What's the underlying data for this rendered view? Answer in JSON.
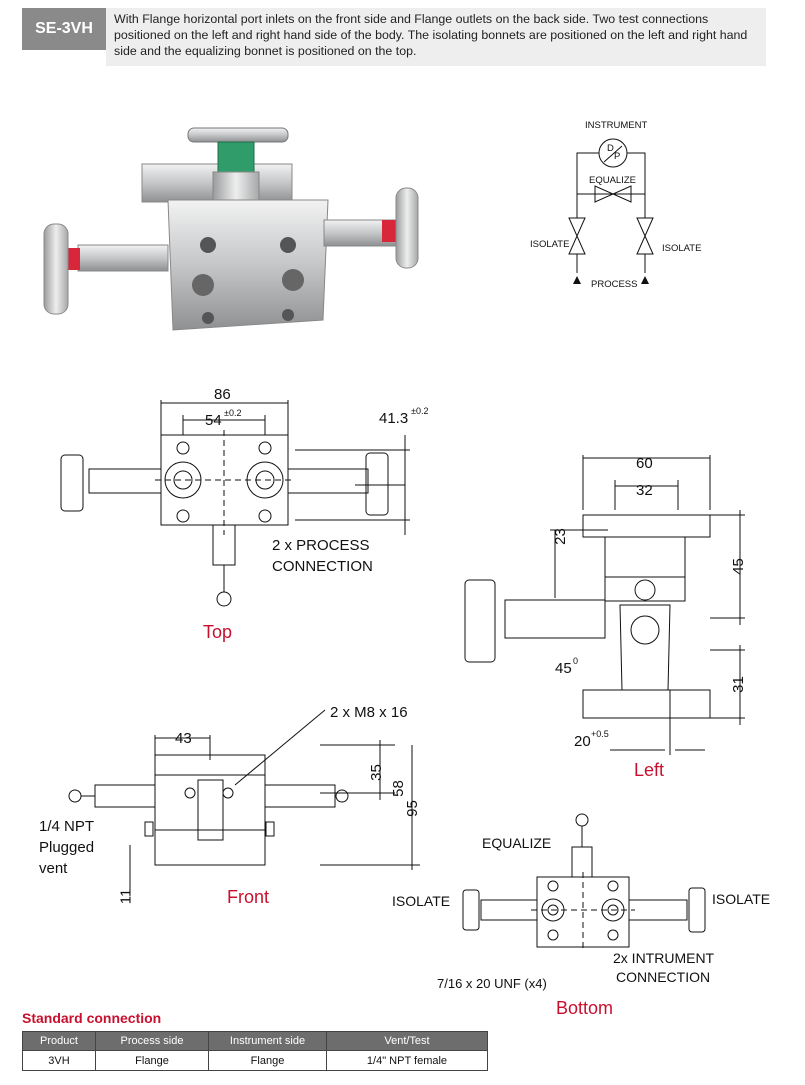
{
  "header": {
    "code": "SE-3VH",
    "description": "With Flange horizontal port inlets on the front side and Flange outlets on the back side. Two test connections positioned on the left and right hand side of the body. The isolating bonnets are positioned on the left and right hand side and the equalizing  bonnet is positioned on the top."
  },
  "schematic": {
    "instrument": "INSTRUMENT",
    "dp_top": "D",
    "dp_bottom": "P",
    "equalize": "EQUALIZE",
    "isolate_left": "ISOLATE",
    "isolate_right": "ISOLATE",
    "process": "PROCESS"
  },
  "top_view": {
    "dim_width": "86",
    "dim_inner": "54",
    "dim_inner_tol": "±0.2",
    "dim_side": "41.3",
    "dim_side_tol": "±0.2",
    "process_conn_1": "2 x PROCESS",
    "process_conn_2": "CONNECTION",
    "title": "Top"
  },
  "left_view": {
    "dim_60": "60",
    "dim_32": "32",
    "dim_23": "23",
    "dim_45": "45",
    "dim_31": "31",
    "angle": "45",
    "angle_sup": "0",
    "dim_20": "20",
    "dim_20_tol": "+0.5",
    "title": "Left"
  },
  "front_view": {
    "thread": "2 x M8 x 16",
    "dim_43": "43",
    "dim_35": "35",
    "dim_58": "58",
    "dim_95": "95",
    "dim_11": "11",
    "vent_1": "1/4 NPT",
    "vent_2": "Plugged",
    "vent_3": "vent",
    "title": "Front"
  },
  "bottom_view": {
    "equalize": "EQUALIZE",
    "isolate_left": "ISOLATE",
    "isolate_right": "ISOLATE",
    "unf": "7/16 x 20 UNF (x4)",
    "instr_1": "2x INTRUMENT",
    "instr_2": "CONNECTION",
    "title": "Bottom"
  },
  "standard": {
    "heading": "Standard connection",
    "columns": [
      "Product",
      "Process side",
      "Instrument side",
      "Vent/Test"
    ],
    "row": [
      "3VH",
      "Flange",
      "Flange",
      "1/4\" NPT female"
    ]
  },
  "colors": {
    "accent": "#c8102e",
    "badge": "#8a8a8a",
    "table_header": "#6d6d6d"
  }
}
